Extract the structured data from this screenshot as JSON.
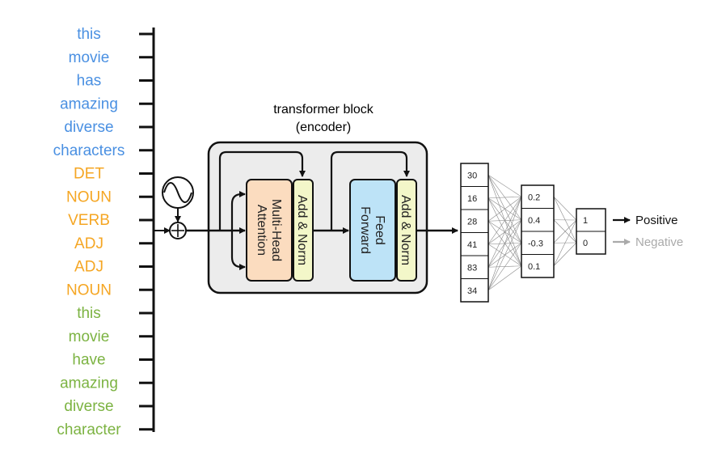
{
  "colors": {
    "words_blue": "#4a90e2",
    "words_orange": "#f5a623",
    "words_green": "#7cb342",
    "attention_fill": "#fbdcbf",
    "addnorm_fill": "#f3f7c9",
    "feedforward_fill": "#bde3f7",
    "block_fill": "#ececec",
    "negative_gray": "#aaaaaa"
  },
  "tokens": [
    {
      "text": "this",
      "group": "words_blue"
    },
    {
      "text": "movie",
      "group": "words_blue"
    },
    {
      "text": "has",
      "group": "words_blue"
    },
    {
      "text": "amazing",
      "group": "words_blue"
    },
    {
      "text": "diverse",
      "group": "words_blue"
    },
    {
      "text": "characters",
      "group": "words_blue"
    },
    {
      "text": "DET",
      "group": "words_orange"
    },
    {
      "text": "NOUN",
      "group": "words_orange"
    },
    {
      "text": "VERB",
      "group": "words_orange"
    },
    {
      "text": "ADJ",
      "group": "words_orange"
    },
    {
      "text": "ADJ",
      "group": "words_orange"
    },
    {
      "text": "NOUN",
      "group": "words_orange"
    },
    {
      "text": "this",
      "group": "words_green"
    },
    {
      "text": "movie",
      "group": "words_green"
    },
    {
      "text": "have",
      "group": "words_green"
    },
    {
      "text": "amazing",
      "group": "words_green"
    },
    {
      "text": "diverse",
      "group": "words_green"
    },
    {
      "text": "character",
      "group": "words_green"
    }
  ],
  "block": {
    "title_line1": "transformer block",
    "title_line2": "(encoder)",
    "attention_line1": "Multi-Head",
    "attention_line2": "Attention",
    "addnorm": "Add & Norm",
    "ff_line1": "Feed",
    "ff_line2": "Forward"
  },
  "positional_icon": "sine-wave-circle-icon",
  "layer1": [
    "30",
    "16",
    "28",
    "41",
    "83",
    "34"
  ],
  "layer2": [
    "0.2",
    "0.4",
    "-0.3",
    "0.1"
  ],
  "layer3": [
    "1",
    "0"
  ],
  "outputs": {
    "positive": "Positive",
    "negative": "Negative"
  }
}
